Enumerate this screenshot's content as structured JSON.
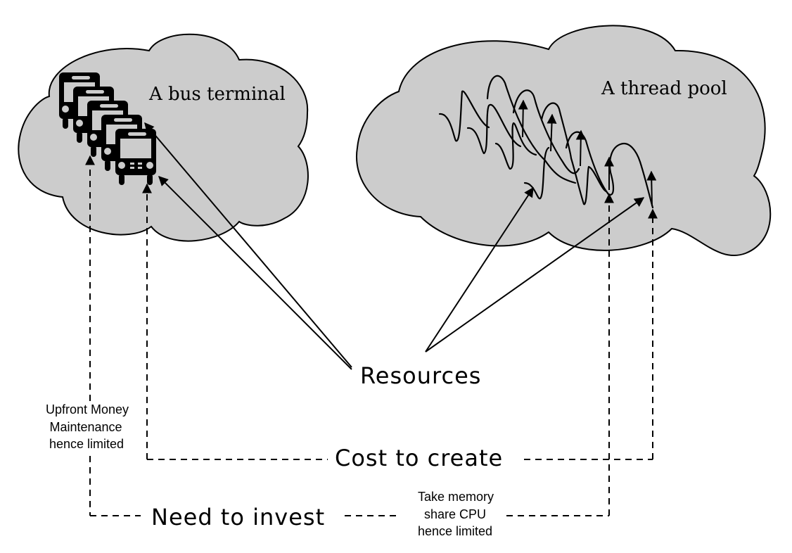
{
  "clouds": {
    "left": {
      "title": "A bus terminal",
      "fill": "#cccccc",
      "item_icon": "bus-icon",
      "item_count": 5
    },
    "right": {
      "title": "A thread pool",
      "fill": "#cccccc",
      "item_icon": "thread-icon",
      "item_count": 6
    }
  },
  "labels": {
    "resources": "Resources",
    "cost_to_create": "Cost to create",
    "need_to_invest": "Need to invest"
  },
  "notes": {
    "bus_note": [
      "Upfront Money",
      "Maintenance",
      "hence limited"
    ],
    "thread_note": [
      "Take memory",
      "share CPU",
      "hence limited"
    ]
  }
}
